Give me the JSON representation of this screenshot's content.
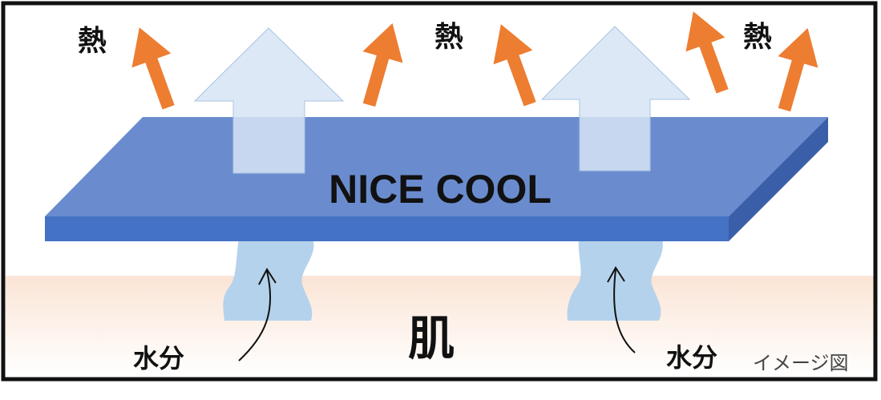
{
  "labels": {
    "heat": [
      "熱",
      "熱",
      "熱"
    ],
    "product": "NICE COOL",
    "skin": "肌",
    "moisture": [
      "水分",
      "水分"
    ],
    "caption": "イメージ図"
  },
  "colors": {
    "border": "#111111",
    "heat_arrow": "#ED7D31",
    "air_arrow": "#BDD7EE",
    "board_top": "#6A8CCF",
    "board_front": "#4472C4",
    "board_side": "#3A5FA8",
    "moisture_blob": "#B4D2EC",
    "skin_top": "#FBE5D6",
    "skin_bottom": "#FFFFFF"
  },
  "icons": {
    "heat_arrow": "orange-up-arrow-icon",
    "air_arrow": "pale-blue-up-arrow-icon",
    "moisture_arrow": "curved-thin-arrow-icon"
  }
}
